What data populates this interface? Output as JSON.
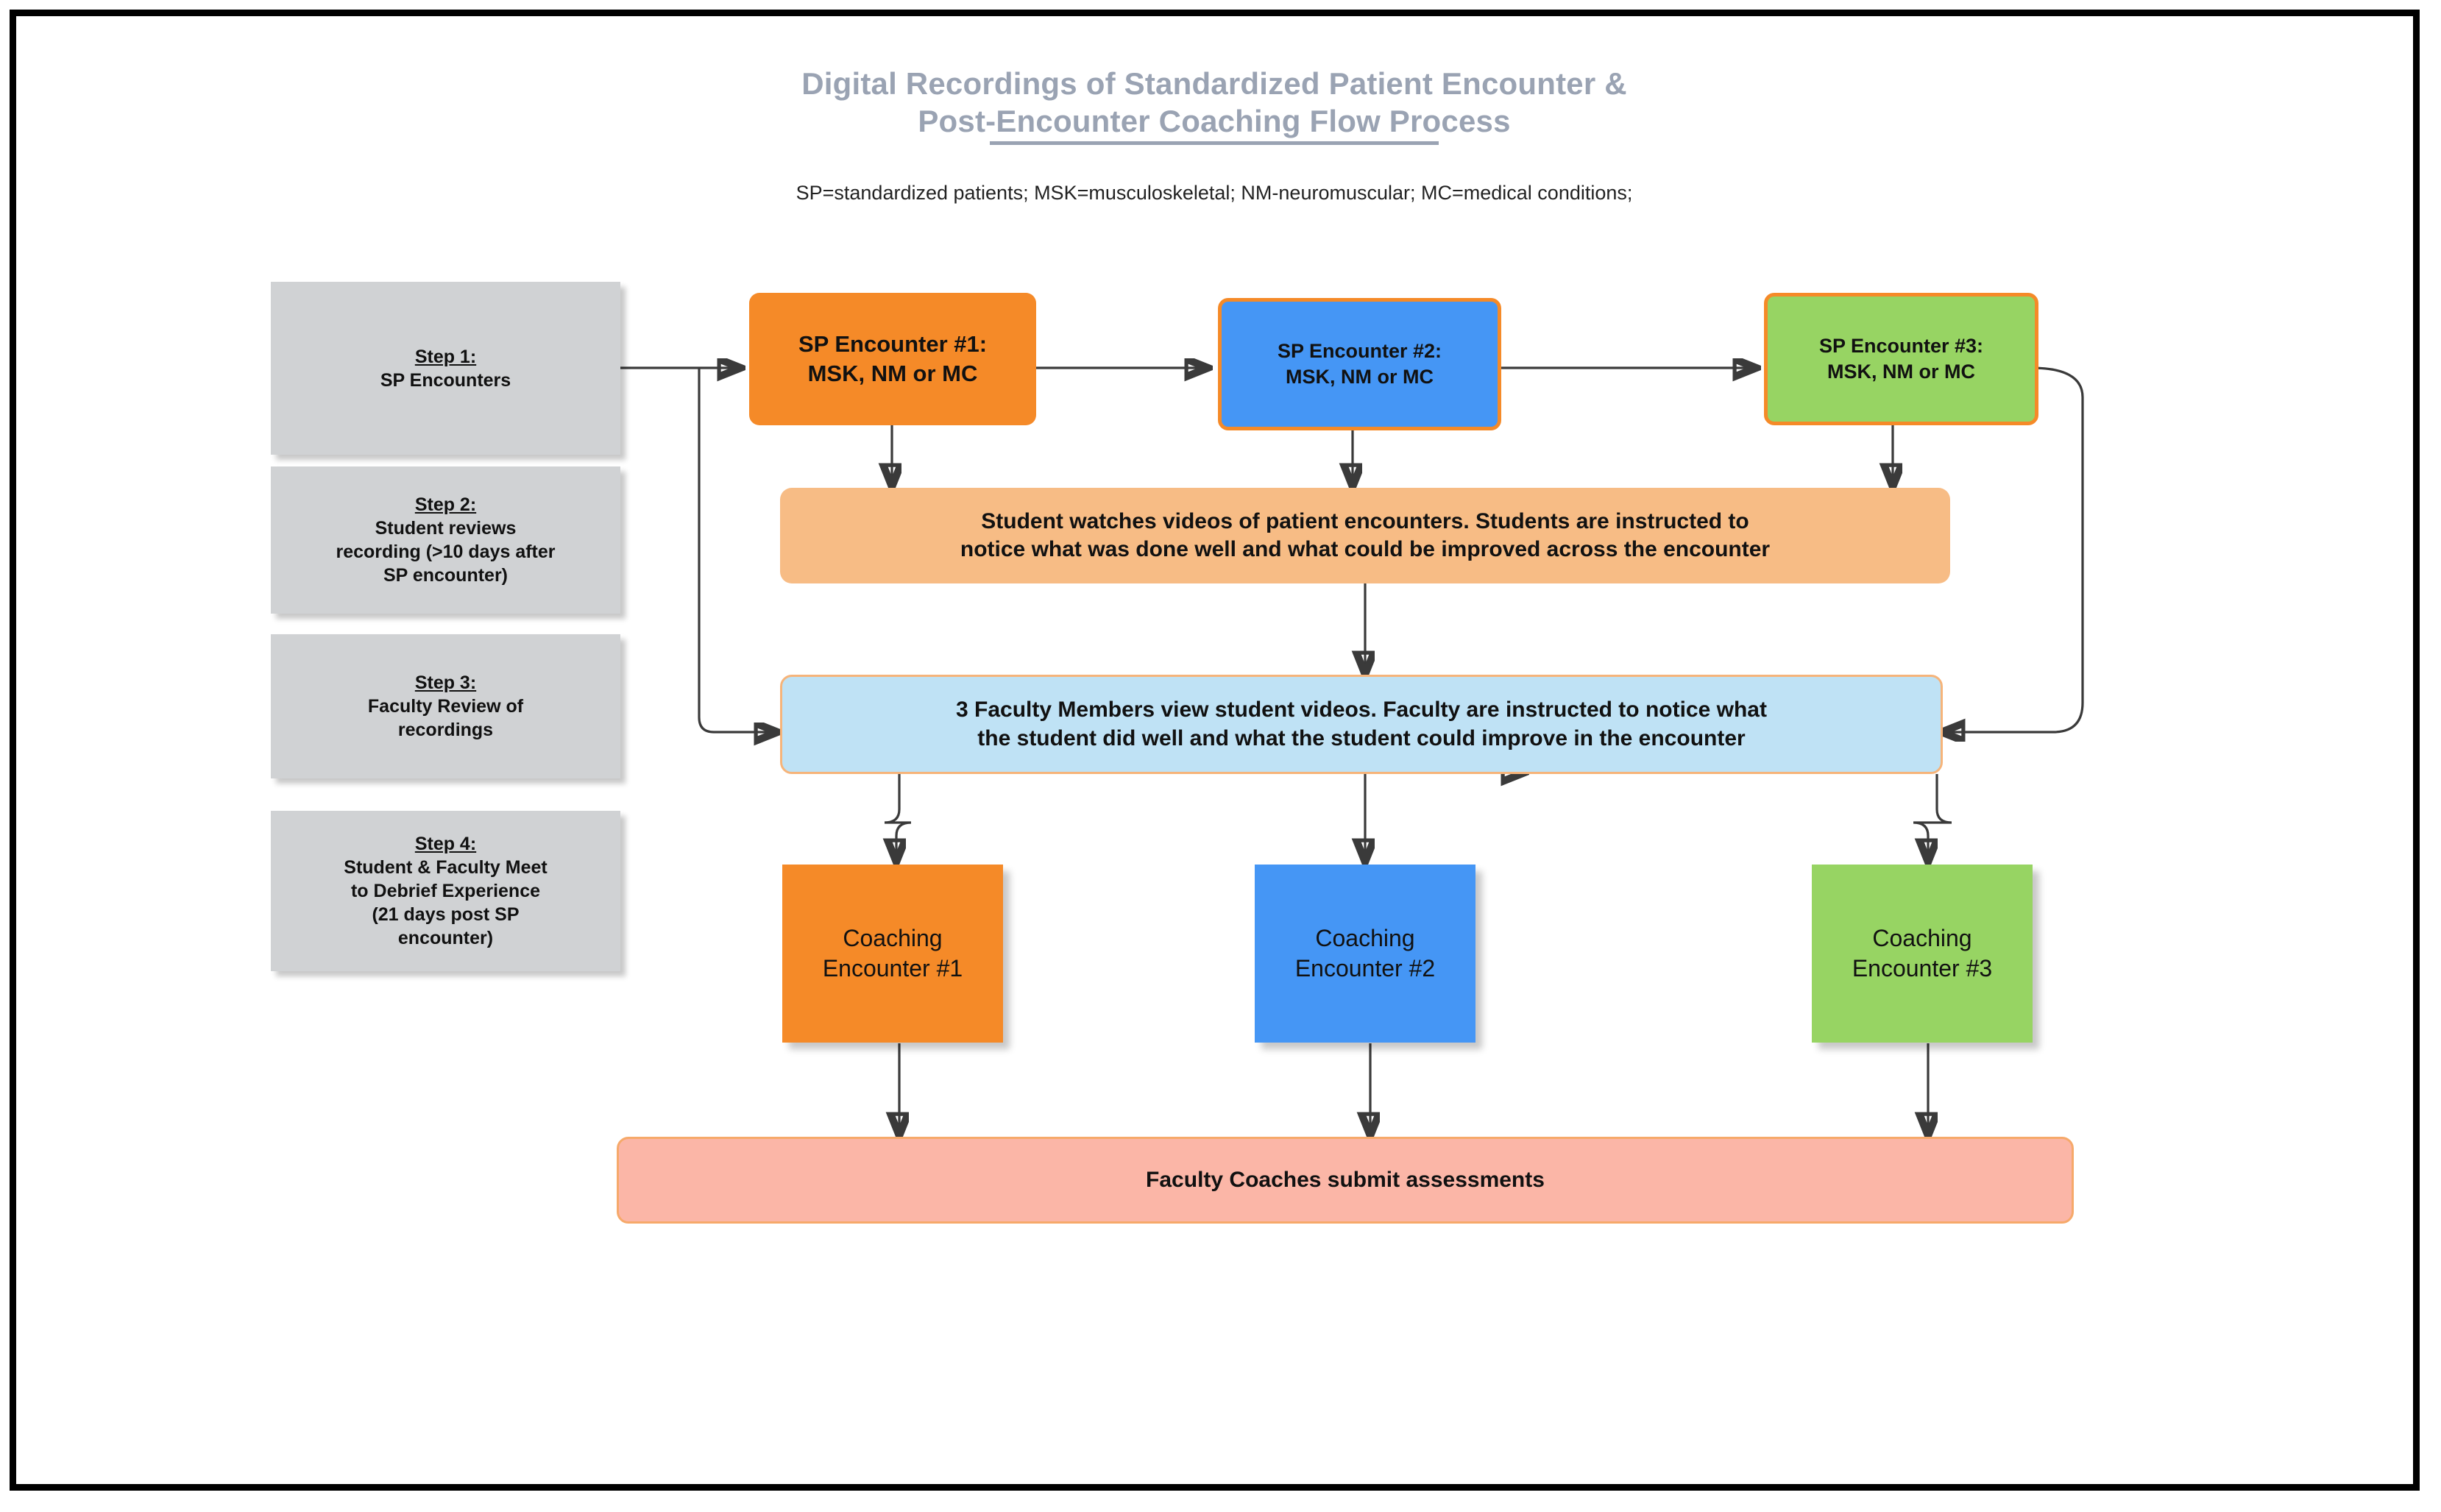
{
  "header": {
    "title_line1": "Digital Recordings of Standardized Patient Encounter &",
    "title_line2": "Post-Encounter Coaching Flow Process",
    "subtitle": "SP=standardized patients; MSK=musculoskeletal; NM-neuromuscular; MC=medical conditions;"
  },
  "steps": [
    {
      "title": "Step 1:",
      "body": "SP Encounters"
    },
    {
      "title": "Step 2:",
      "body": "Student reviews\nrecording (>10 days after\nSP encounter)"
    },
    {
      "title": "Step 3:",
      "body": "Faculty Review of\nrecordings"
    },
    {
      "title": "Step 4:",
      "body": "Student & Faculty Meet\nto Debrief Experience\n(21 days post SP\nencounter)"
    }
  ],
  "sp_encounters": [
    {
      "label": "SP Encounter #1:\nMSK, NM or MC",
      "color": "#f58a28"
    },
    {
      "label": "SP Encounter #2:\nMSK, NM or MC",
      "color": "#4596f5"
    },
    {
      "label": "SP Encounter #3:\nMSK, NM or MC",
      "color": "#97d463"
    }
  ],
  "student_review": "Student watches videos of patient encounters.  Students are instructed to\nnotice what was done well and what could be improved across the encounter",
  "faculty_review": "3 Faculty Members view student videos. Faculty are instructed to notice what\nthe student did well and what the student could improve in the encounter",
  "coaching": [
    {
      "label": "Coaching\nEncounter #1",
      "color": "#f58a28"
    },
    {
      "label": "Coaching\nEncounter #2",
      "color": "#4596f5"
    },
    {
      "label": "Coaching\nEncounter #3",
      "color": "#97d463"
    }
  ],
  "assessments": "Faculty Coaches submit assessments",
  "colors": {
    "orange": "#f58a28",
    "blue": "#4596f5",
    "green": "#97d463",
    "peach": "#f7bc85",
    "light_blue": "#bfe2f5",
    "pink": "#fbb6a7",
    "gray_step": "#d0d2d4",
    "title_gray": "#9aa3b3",
    "connector": "#3a3a3a"
  }
}
